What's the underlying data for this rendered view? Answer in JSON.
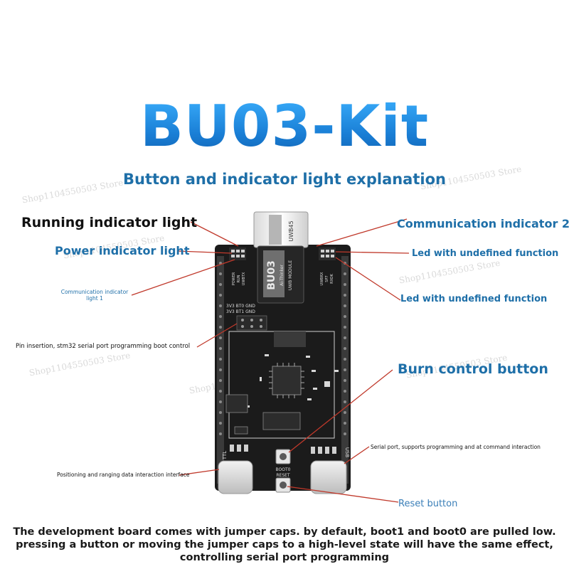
{
  "title": "BU03-Kit",
  "subtitle": "Button and indicator light explanation",
  "labels": {
    "running_indicator": "Running indicator light",
    "power_indicator": "Power indicator light",
    "comm_indicator_1": "Communication indicator light 1",
    "pin_insertion": "Pin insertion, stm32 serial port programming boot control",
    "positioning_interface": "Positioning and ranging data interaction interface",
    "comm_indicator_2": "Communication indicator 2",
    "led_undefined_1": "Led with undefined function",
    "led_undefined_2": "Led with undefined function",
    "burn_control": "Burn control button",
    "serial_port": "Serial port, supports programming and at command interaction",
    "reset_button": "Reset button"
  },
  "board": {
    "module_name": "BU03",
    "module_sub": "UWB MODULE",
    "module_brand": "Ai-Thinker",
    "antenna_label": "UWB45",
    "silk_left_top": [
      "POWER",
      "RUN",
      "UWBTX"
    ],
    "silk_right_top": [
      "UWBRX",
      "SP7",
      "RXOK"
    ],
    "silk_jumper_top": "3V3 BT0 GND",
    "silk_jumper_bottom": "3V3 BT1 GND",
    "silk_ttl": "TTL",
    "silk_usb": "USB",
    "silk_boot": "BOOT0",
    "silk_reset": "RESET"
  },
  "watermark": "Shop1104550503 Store",
  "note_lines": [
    "The development board comes with jumper caps. by default, boot1 and boot0 are pulled low.",
    "pressing a button or moving the jumper caps to a high-level state will have the same effect,",
    "controlling serial port programming"
  ],
  "colors": {
    "title_blue": "#1a8fe0",
    "label_teal": "#1e6fa8",
    "pointer_red": "#c0392b",
    "board_black": "#1a1a1a"
  }
}
